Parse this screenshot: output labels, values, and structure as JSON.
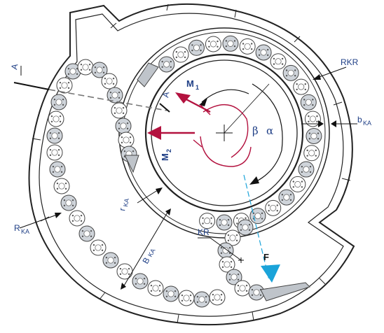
{
  "labels": {
    "A_left": "A",
    "A_right": "A",
    "M1": "M",
    "M1_sub": "1",
    "M2": "M",
    "M2_sub": "2",
    "beta": "β",
    "alpha": "α",
    "RKR": "RKR",
    "bKA": "b",
    "bKA_sub": "KA",
    "rKA": "r",
    "rKA_sub": "KA",
    "RKA": "R",
    "RKA_sub": "KA",
    "BKA": "B",
    "BKA_sub": "KA",
    "KR": "KR",
    "F": "F"
  },
  "colors": {
    "accent_red": "#b3123f",
    "accent_blue": "#1aa3d9",
    "label_blue": "#1f3f86",
    "chain_fill": "#cfd4da",
    "line": "#222222"
  }
}
